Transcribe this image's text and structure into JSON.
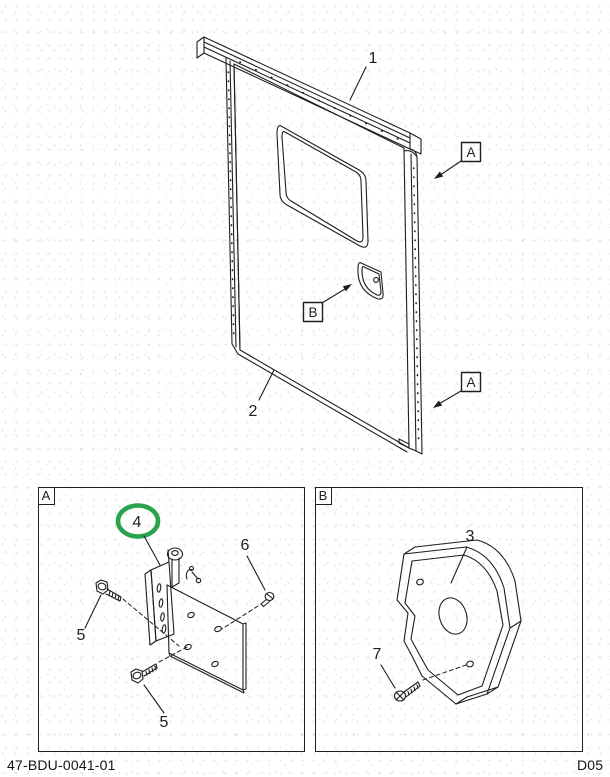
{
  "figure": {
    "type": "exploded-parts-diagram",
    "main_view": {
      "callout_1": "1",
      "callout_2": "2",
      "detail_marker_a_upper": "A",
      "detail_marker_a_lower": "A",
      "detail_marker_b": "B"
    },
    "detail_a": {
      "label": "A",
      "callout_4": "4",
      "callout_5_upper": "5",
      "callout_5_lower": "5",
      "callout_6": "6"
    },
    "detail_b": {
      "label": "B",
      "callout_3": "3",
      "callout_7": "7"
    },
    "footer": {
      "doc_number": "47-BDU-0041-01",
      "page_code": "D05"
    },
    "colors": {
      "line": "#1e1e1e",
      "highlight_circle": "#2aa34c",
      "background": "#ffffff"
    }
  }
}
